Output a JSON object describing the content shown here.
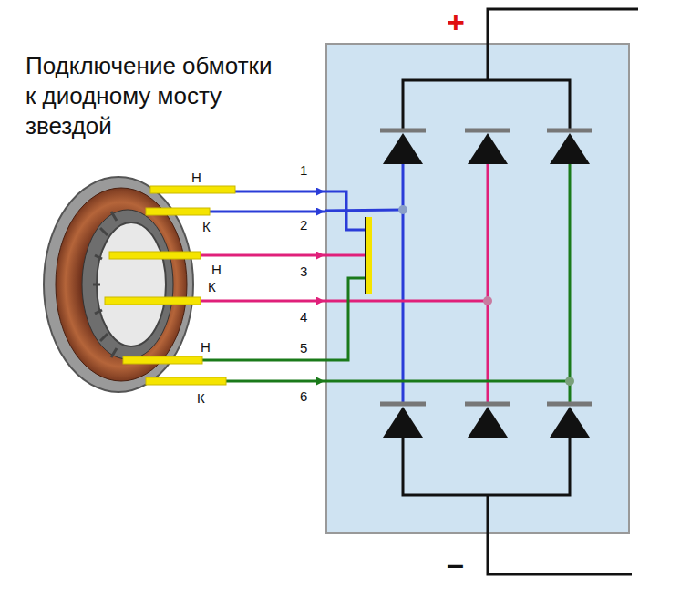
{
  "diagram": {
    "title": "Подключение обмотки к диодному мосту звездой",
    "labels": [
      "Н",
      "К",
      "Н",
      "К",
      "Н",
      "К",
      "1",
      "2",
      "3",
      "4",
      "5",
      "6",
      "+",
      "–"
    ]
  }
}
